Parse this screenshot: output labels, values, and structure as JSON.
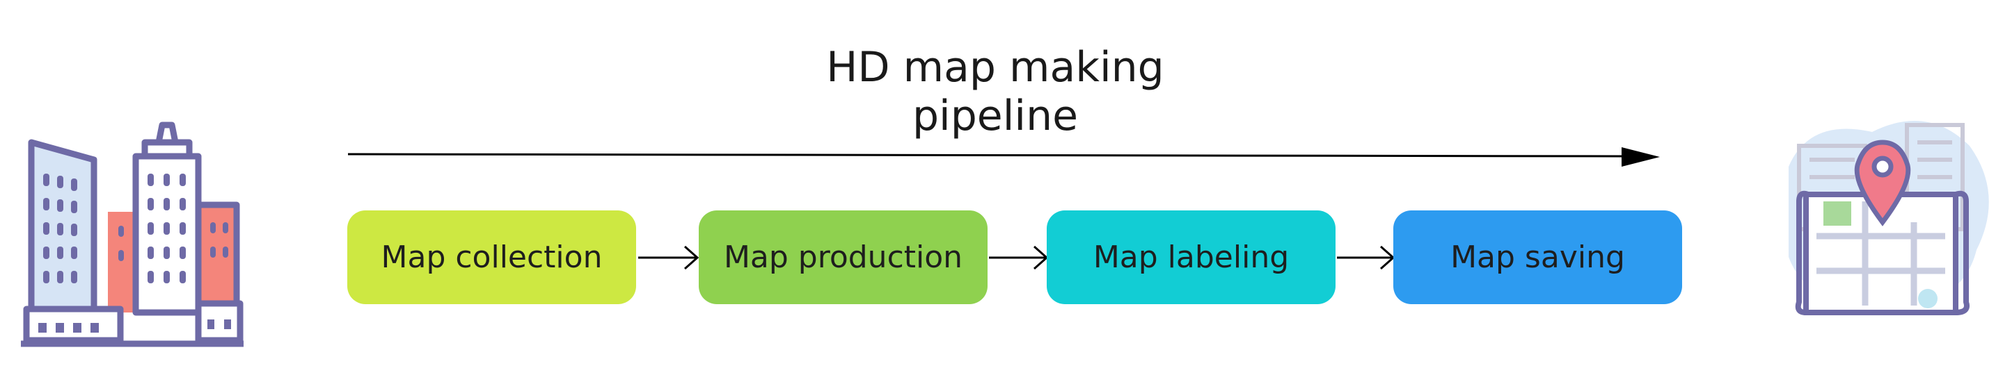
{
  "title": "HD map making pipeline",
  "steps": [
    {
      "label": "Map collection",
      "color": "#cde842"
    },
    {
      "label": "Map production",
      "color": "#8fd14f"
    },
    {
      "label": "Map labeling",
      "color": "#12cdd4"
    },
    {
      "label": "Map saving",
      "color": "#2d9bf0"
    }
  ],
  "icons": {
    "left": "city-buildings-icon",
    "right": "map-pin-scroll-icon"
  },
  "colors": {
    "icon_outline": "#6e6aa6",
    "icon_fill_light": "#d6e4f5",
    "icon_accent": "#f4857b",
    "pin": "#f07a8a",
    "arrow": "#000000"
  }
}
